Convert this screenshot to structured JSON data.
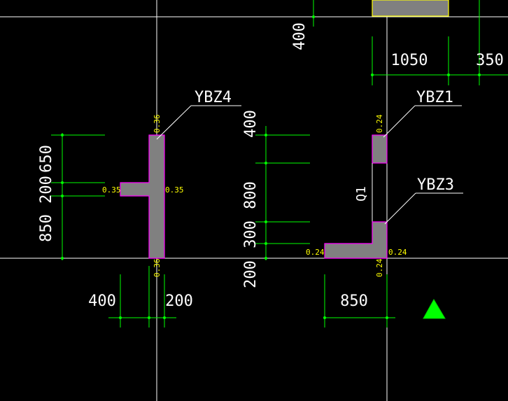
{
  "dimensions": {
    "top_400": "400",
    "top_1050": "1050",
    "top_350": "350",
    "left_650": "650",
    "left_200": "200",
    "left_850": "850",
    "mid_400": "400",
    "mid_800": "800",
    "mid_300": "300",
    "mid_200": "200",
    "bottom_400": "400",
    "bottom_200": "200",
    "bottom_850": "850"
  },
  "labels": {
    "ybz4": "YBZ4",
    "ybz1": "YBZ1",
    "ybz3": "YBZ3",
    "q1": "Q1"
  },
  "thickness": {
    "ybz4_top": "0.36",
    "ybz4_bottom": "0.36",
    "ybz4_left": "0.35",
    "ybz4_right": "0.35",
    "ybz1_top": "0.24",
    "ybz3_left": "0.24",
    "ybz3_right": "0.24",
    "ybz3_bottom": "0.24"
  },
  "colors": {
    "background": "#000000",
    "axis": "#ffffff",
    "dimension": "#00ff00",
    "wall_fill": "#808080",
    "wall_outline": "#ff00ff",
    "thickness_text": "#ffff00",
    "marker": "#00ff00",
    "top_block_fill": "#808080",
    "top_block_outline": "#ffff00"
  },
  "icons": {
    "marker": "green-triangle-icon"
  }
}
